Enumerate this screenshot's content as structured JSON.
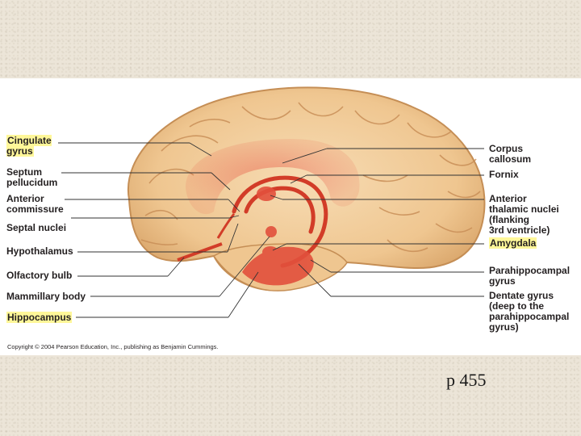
{
  "figure": {
    "labels_left": {
      "cingulate_gyrus": "Cingulate\ngyrus",
      "septum_pellucidum": "Septum\npellucidum",
      "anterior_commissure": "Anterior\ncommissure",
      "septal_nuclei": "Septal nuclei",
      "hypothalamus": "Hypothalamus",
      "olfactory_bulb": "Olfactory bulb",
      "mammillary_body": "Mammillary body",
      "hippocampus": "Hippocampus"
    },
    "labels_right": {
      "corpus_callosum": "Corpus\ncallosum",
      "fornix": "Fornix",
      "anterior_thalamic_nuclei": "Anterior\nthalamic nuclei\n(flanking\n3rd ventricle)",
      "amygdala": "Amygdala",
      "parahippocampal_gyrus": "Parahippocampal\ngyrus",
      "dentate_gyrus": "Dentate gyrus\n(deep to the\nparahippocampal\ngyrus)"
    },
    "copyright": "Copyright © 2004 Pearson Education, Inc., publishing as Benjamin Cummings."
  },
  "page_ref": "p 455",
  "colors": {
    "background": "#ece5d8",
    "brain": "#f2cf9e",
    "limbic": "#e2503c",
    "highlight": "#fff799"
  }
}
